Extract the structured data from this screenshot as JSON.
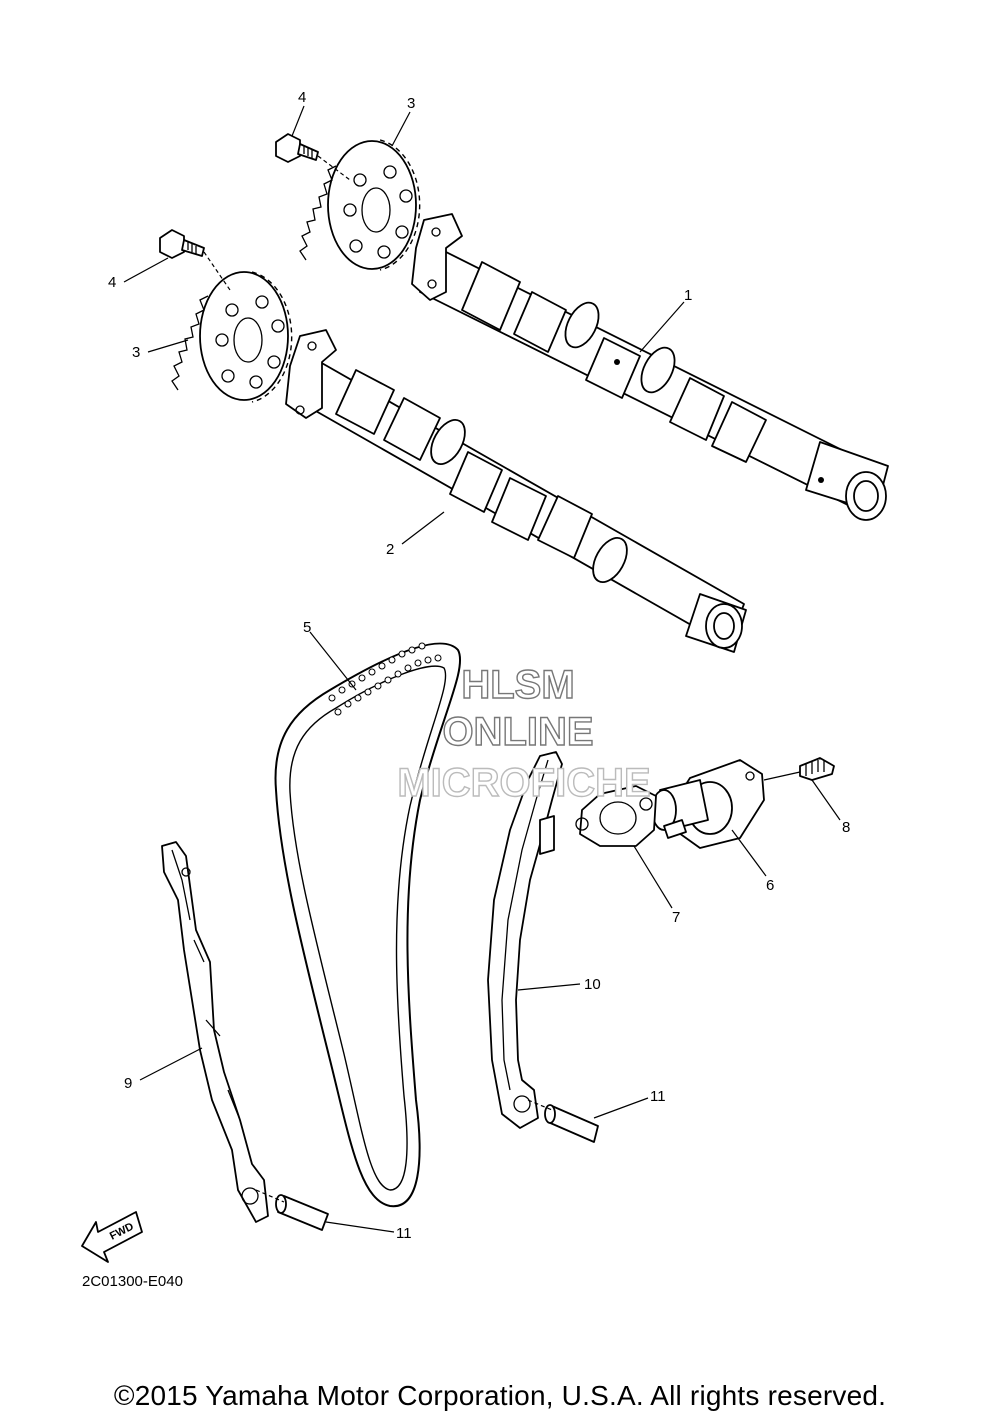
{
  "diagram": {
    "callouts": {
      "c4a": "4",
      "c3a": "3",
      "c4b": "4",
      "c3b": "3",
      "c1": "1",
      "c2": "2",
      "c5": "5",
      "c8": "8",
      "c6": "6",
      "c7": "7",
      "c10": "10",
      "c9": "9",
      "c11a": "11",
      "c11b": "11"
    },
    "watermark": {
      "line1": "HLSM",
      "line2": "ONLINE",
      "line3": "MICROFICHE"
    },
    "fwd_label": "FWD",
    "drawing_code": "2C01300-E040"
  },
  "footer": {
    "copyright": "©2015 Yamaha Motor Corporation, U.S.A. All rights reserved."
  }
}
